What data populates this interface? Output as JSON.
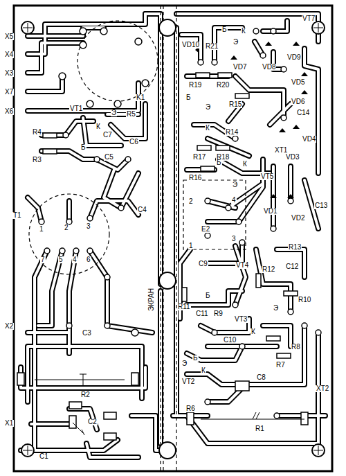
{
  "diagram": {
    "labels": [
      "X5",
      "X4",
      "X3",
      "X7",
      "X6",
      "K1",
      "VT1",
      "Э",
      "R5",
      "К",
      "C7",
      "C6",
      "Б",
      "R4",
      "R3",
      "C5",
      "C4",
      "T1",
      "1",
      "2",
      "3",
      "7",
      "5",
      "4",
      "6",
      "X2",
      "C3",
      "ЭКРАН",
      "R2",
      "X1",
      "C2",
      "C1",
      "VT7",
      "Б",
      "Э",
      "К",
      "VD10",
      "R21",
      "VD7",
      "VD8",
      "VD9",
      "VD5",
      "VD6",
      "R19",
      "R20",
      "Б",
      "R15",
      "Э",
      "К",
      "R14",
      "C14",
      "XT1",
      "VD3",
      "VD4",
      "R17",
      "R18",
      "R16",
      "К",
      "Э",
      "VT5",
      "Б",
      "2",
      "4",
      "1",
      "3",
      "E2",
      "VD1",
      "VD2",
      "C13",
      "R13",
      "C12",
      "C9",
      "VT4",
      "R12",
      "R11",
      "Б",
      "C11",
      "R9",
      "VT3",
      "К",
      "Э",
      "R10",
      "C10",
      "R8",
      "R7",
      "C8",
      "Э",
      "К",
      "Б",
      "VT2",
      "R6",
      "R1",
      "XT2"
    ]
  }
}
